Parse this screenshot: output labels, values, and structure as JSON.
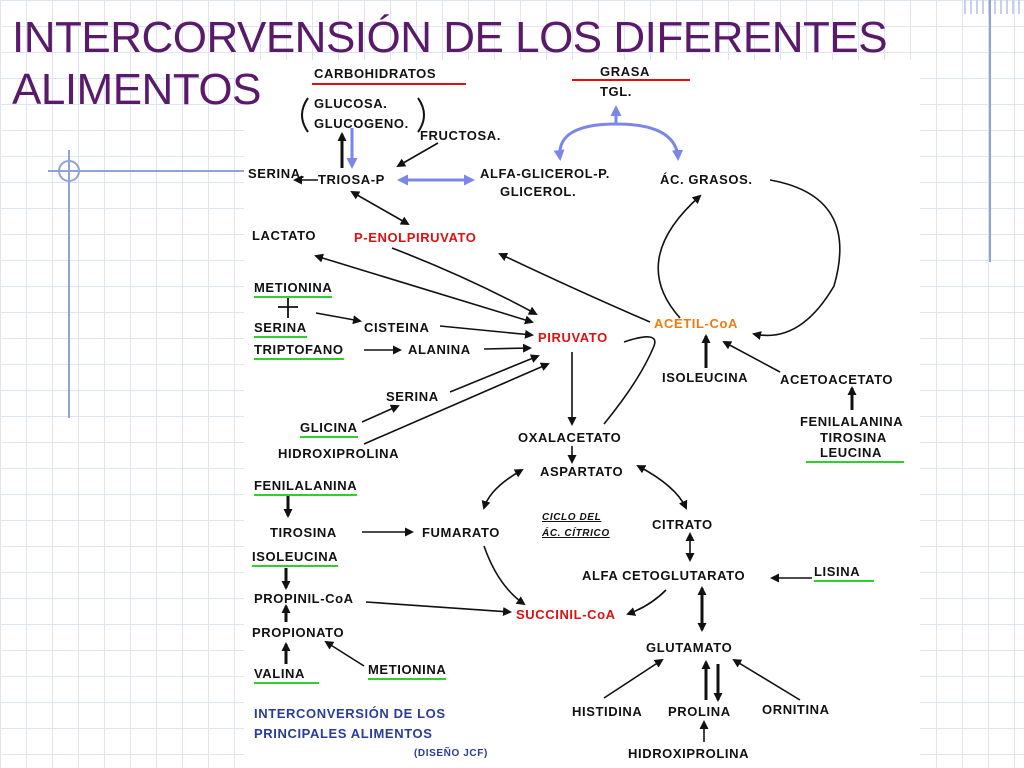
{
  "title": "INTERCORVENSIÓN DE LOS DIFERENTES ALIMENTOS",
  "colors": {
    "title": "#5a1a6a",
    "highlight_red": "#e01010",
    "acetyl": "#f07a10",
    "green_underline": "#2dd02d",
    "blue_arrow": "#7b86e8"
  },
  "nodes": {
    "carbohidratos": "CARBOHIDRATOS",
    "grasa": "GRASA",
    "tgl": "TGL.",
    "glucosa": "GLUCOSA.",
    "glucogeno": "GLUCOGENO.",
    "fructosa": "FRUCTOSA.",
    "serina_top": "SERINA.",
    "triosa": "TRIOSA-P",
    "alfa_glicerol": "ALFA-GLICEROL-P.",
    "glicerol": "GLICEROL.",
    "ac_grasos": "ÁC. GRASOS.",
    "lactato": "LACTATO",
    "penolpiruvato": "P-ENOLPIRUVATO",
    "metionina_1": "METIONINA",
    "serina_2": "SERINA",
    "cisteina": "CISTEINA",
    "triptofano": "TRIPTOFANO",
    "alanina": "ALANINA",
    "piruvato": "PIRUVATO",
    "acetil": "ACETIL-CoA",
    "isoleucina_1": "ISOLEUCINA",
    "acetoacetato": "ACETOACETATO",
    "serina_3": "SERINA",
    "glicina": "GLICINA",
    "hidroxiprolina_1": "HIDROXIPROLINA",
    "oxalacetato": "OXALACETATO",
    "fenilalanina_r": "FENILALANINA",
    "tirosina_r": "TIROSINA",
    "leucina": "LEUCINA",
    "aspartato": "ASPARTATO",
    "fenilalanina_l": "FENILALANINA",
    "tirosina_l": "TIROSINA",
    "fumarato": "FUMARATO",
    "ciclo_1": "CICLO DEL",
    "ciclo_2": "ÁC. CÍTRICO",
    "citrato": "CITRATO",
    "isoleucina_2": "ISOLEUCINA",
    "alfa_ceto": "ALFA CETOGLUTARATO",
    "lisina": "LISINA",
    "propinil": "PROPINIL-CoA",
    "succinil": "SUCCINIL-CoA",
    "propionato": "PROPIONATO",
    "glutamato": "GLUTAMATO",
    "valina": "VALINA",
    "metionina_2": "METIONINA",
    "histidina": "HISTIDINA",
    "prolina": "PROLINA",
    "ornitina": "ORNITINA",
    "hidroxiprolina_2": "HIDROXIPROLINA",
    "footer_1": "INTERCONVERSIÓN DE LOS",
    "footer_2": "PRINCIPALES ALIMENTOS",
    "credit": "(DISEÑO JCF)"
  }
}
